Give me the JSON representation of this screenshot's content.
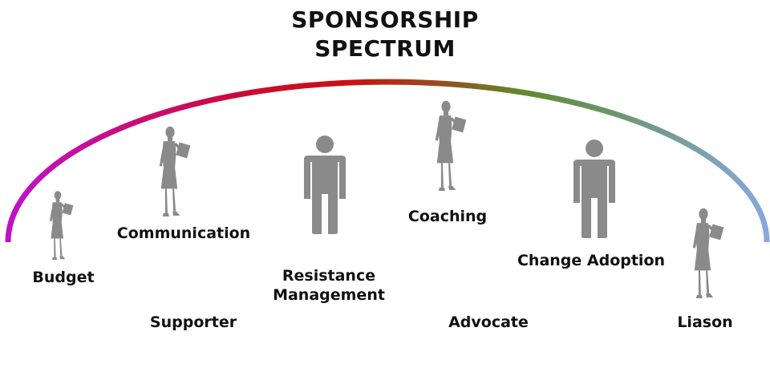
{
  "title_line1": "SPONSORSHIP",
  "title_line2": "SPECTRUM",
  "arc_colors": [
    "#c012c8",
    "#cc0a3a",
    "#cc1010",
    "#5f8a2e",
    "#86a8dc"
  ],
  "figure_color": "#8a8a8a",
  "labels": {
    "budget": "Budget",
    "communication": "Communication",
    "resistance_line1": "Resistance",
    "resistance_line2": "Management",
    "coaching": "Coaching",
    "change_adoption": "Change Adoption",
    "supporter": "Supporter",
    "advocate": "Advocate",
    "liason": "Liason"
  },
  "icons": [
    "businesswoman-icon",
    "businesswoman-icon",
    "person-icon",
    "businesswoman-icon",
    "person-icon",
    "businesswoman-icon"
  ]
}
